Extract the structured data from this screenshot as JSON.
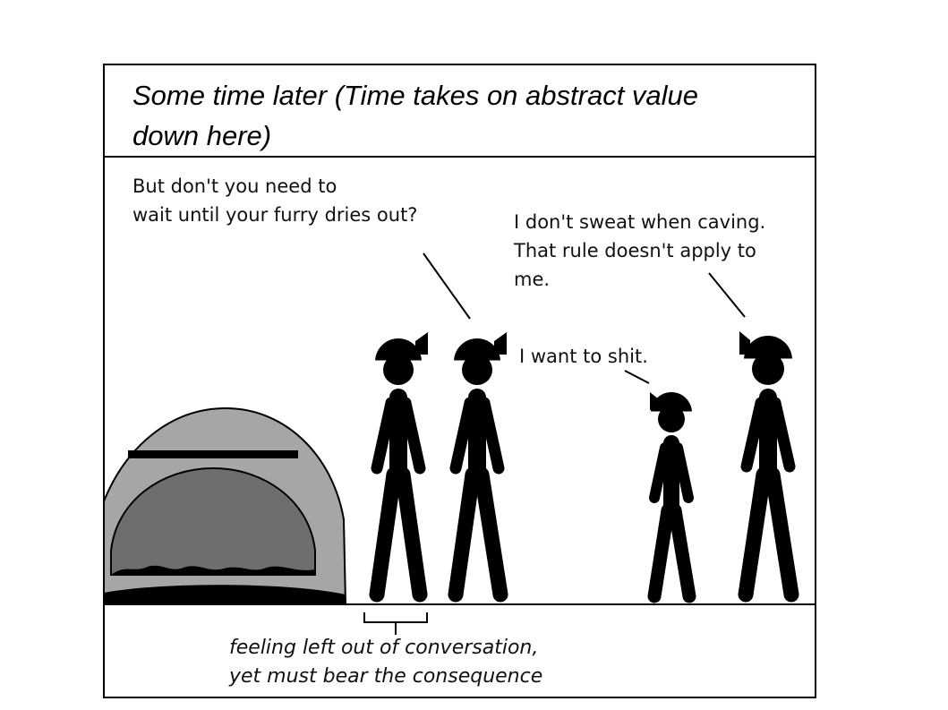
{
  "panel": {
    "caption_top": "Some time later (Time takes on abstract value down here)",
    "caption_bottom": "feeling left out of conversation,\nyet must bear the consequence"
  },
  "dialogue": {
    "caver_2": "But don't you need to\nwait until your furry dries out?",
    "caver_4": "I don't sweat when caving.\nThat rule doesn't apply to\nme.",
    "caver_3": "I want to shit."
  },
  "colors": {
    "ink": "#000000",
    "tent_outer": "#a6a6a6",
    "tent_door": "#6e6e6e"
  }
}
